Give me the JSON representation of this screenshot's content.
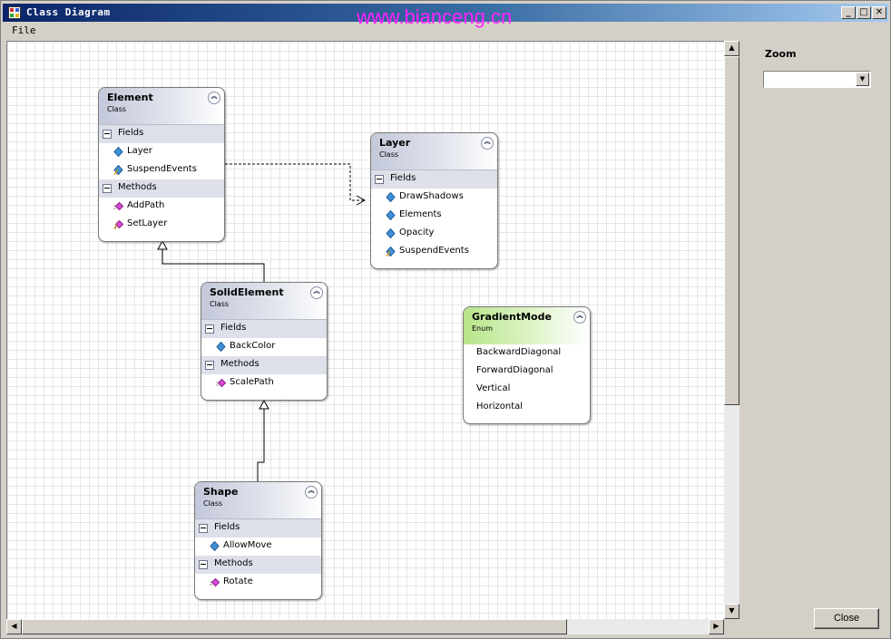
{
  "window": {
    "title": "Class Diagram",
    "watermark": "www.bianceng.cn",
    "minimize_glyph": "_",
    "maximize_glyph": "□",
    "close_glyph": "✕"
  },
  "menu": {
    "file": "File"
  },
  "panel": {
    "zoom_label": "Zoom",
    "zoom_value": "",
    "close_label": "Close"
  },
  "scroll": {
    "up": "▲",
    "down": "▼",
    "left": "◀",
    "right": "▶"
  },
  "diagram": {
    "collapse_glyph": "︽",
    "element": {
      "name": "Element",
      "kind": "Class",
      "sections": {
        "fields": {
          "label": "Fields",
          "items": [
            "Layer",
            "SuspendEvents"
          ]
        },
        "methods": {
          "label": "Methods",
          "items": [
            "AddPath",
            "SetLayer"
          ]
        }
      }
    },
    "layer": {
      "name": "Layer",
      "kind": "Class",
      "sections": {
        "fields": {
          "label": "Fields",
          "items": [
            "DrawShadows",
            "Elements",
            "Opacity",
            "SuspendEvents"
          ]
        }
      }
    },
    "solid_element": {
      "name": "SolidElement",
      "kind": "Class",
      "sections": {
        "fields": {
          "label": "Fields",
          "items": [
            "BackColor"
          ]
        },
        "methods": {
          "label": "Methods",
          "items": [
            "ScalePath"
          ]
        }
      }
    },
    "gradient_mode": {
      "name": "GradientMode",
      "kind": "Enum",
      "values": [
        "BackwardDiagonal",
        "ForwardDiagonal",
        "Vertical",
        "Horizontal"
      ]
    },
    "shape": {
      "name": "Shape",
      "kind": "Class",
      "sections": {
        "fields": {
          "label": "Fields",
          "items": [
            "AllowMove"
          ]
        },
        "methods": {
          "label": "Methods",
          "items": [
            "Rotate"
          ]
        }
      }
    }
  },
  "colors": {
    "title_gradient_start": "#0a246a",
    "title_gradient_end": "#a6caf0",
    "watermark": "#ff22ff",
    "class_header": "#c3c8da",
    "enum_header": "#b7e58a",
    "section_band": "#dde0e9"
  }
}
